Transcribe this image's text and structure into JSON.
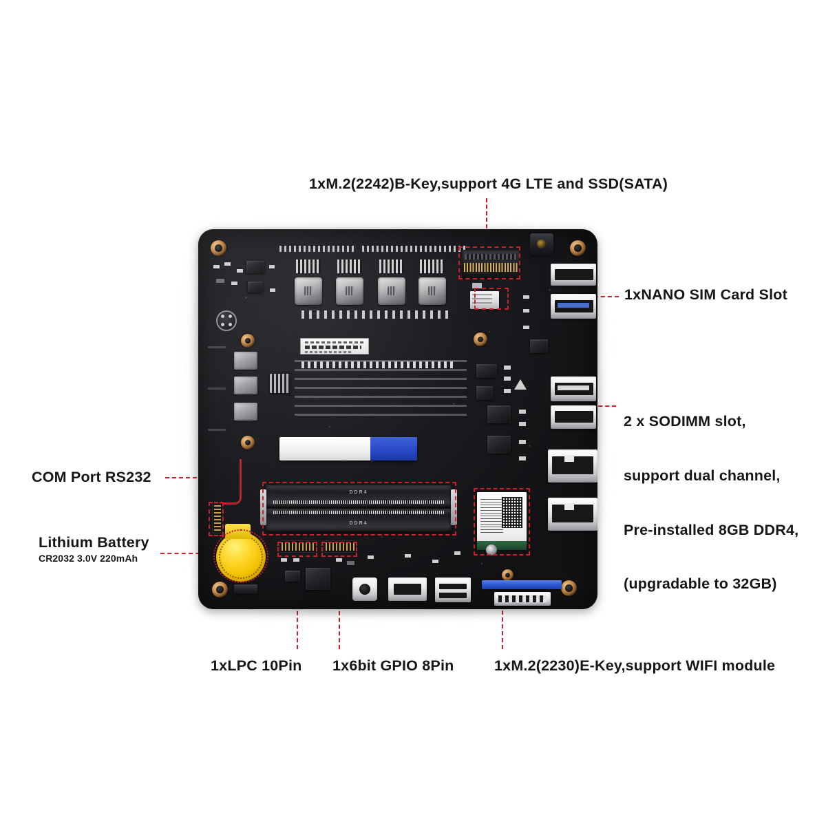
{
  "diagram": {
    "subject": "Mini PC motherboard annotated feature diagram",
    "accent_color": "#c9202a",
    "board_color": "#141417",
    "text_color": "#161616"
  },
  "callouts": [
    {
      "id": "m2-b-key",
      "name": "m2-b-key-label",
      "text": "1xM.2(2242)B-Key,support 4G LTE and SSD(SATA)",
      "position": "top"
    },
    {
      "id": "nano-sim",
      "name": "nano-sim-label",
      "text": "1xNANO SIM Card Slot",
      "position": "right-top"
    },
    {
      "id": "sodimm",
      "name": "sodimm-label",
      "lines": [
        "2 x SODIMM slot,",
        "support dual channel,",
        "Pre-installed 8GB DDR4,",
        "(upgradable to 32GB)"
      ],
      "position": "right-middle"
    },
    {
      "id": "com-port",
      "name": "com-port-label",
      "text": "COM Port RS232",
      "position": "left-middle"
    },
    {
      "id": "battery",
      "name": "lithium-battery-label",
      "text": "Lithium Battery",
      "sub": "CR2032 3.0V 220mAh",
      "position": "left-bottom"
    },
    {
      "id": "lpc",
      "name": "lpc-header-label",
      "text": "1xLPC 10Pin",
      "position": "bottom-left"
    },
    {
      "id": "gpio",
      "name": "gpio-header-label",
      "text": "1x6bit GPIO 8Pin",
      "position": "bottom-center"
    },
    {
      "id": "m2-e-key",
      "name": "m2-e-key-label",
      "text": "1xM.2(2230)E-Key,support WIFI module",
      "position": "bottom-right"
    }
  ],
  "board_silk": {
    "dimm_top_label": "DDR4",
    "dimm_bottom_label": "DDR4"
  }
}
